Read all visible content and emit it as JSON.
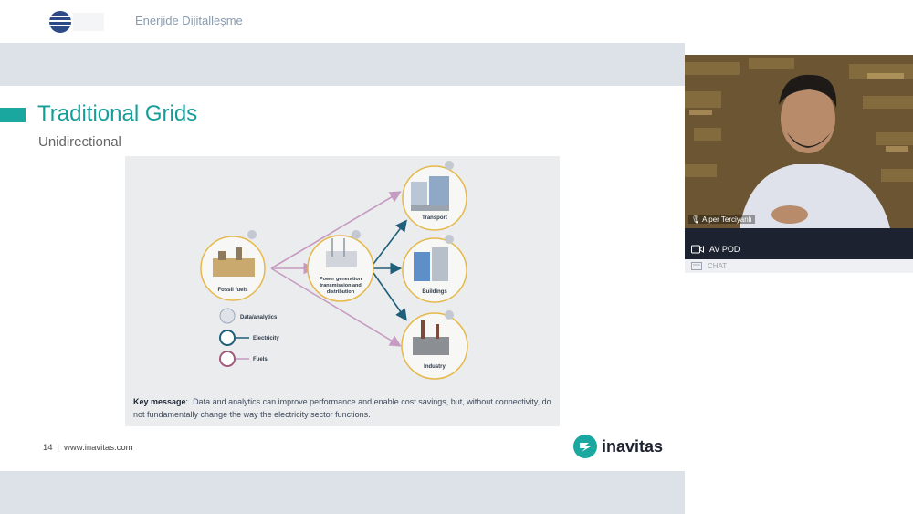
{
  "header": {
    "title": "Enerjide Dijitalleşme"
  },
  "slide": {
    "title": "Traditional Grids",
    "subtitle": "Unidirectional",
    "footer_page": "14",
    "footer_url": "www.inavitas.com",
    "brand": "inavitas"
  },
  "diagram": {
    "nodes": {
      "fossil": "Fossil fuels",
      "power": "Power generation transmission and distribution",
      "power_l1": "Power generation",
      "power_l2": "transmission and",
      "power_l3": "distribution",
      "transport": "Transport",
      "buildings": "Buildings",
      "industry": "Industry"
    },
    "legend": {
      "data": "Data/analytics",
      "electricity": "Electricity",
      "fuels": "Fuels"
    },
    "key_message_label": "Key message",
    "key_message_text": "Data and analytics can improve performance and enable cost savings, but, without connectivity, do not fundamentally change the way the electricity sector functions.",
    "colors": {
      "fuels_arrow": "#c79ac2",
      "electricity_arrow": "#1f5f7a",
      "ring": "#e6b84a",
      "teal": "#1aa7a0"
    }
  },
  "video": {
    "participant_name": "Alper Terciyanlı"
  },
  "panel": {
    "av_pod": "AV POD",
    "chat": "CHAT"
  }
}
